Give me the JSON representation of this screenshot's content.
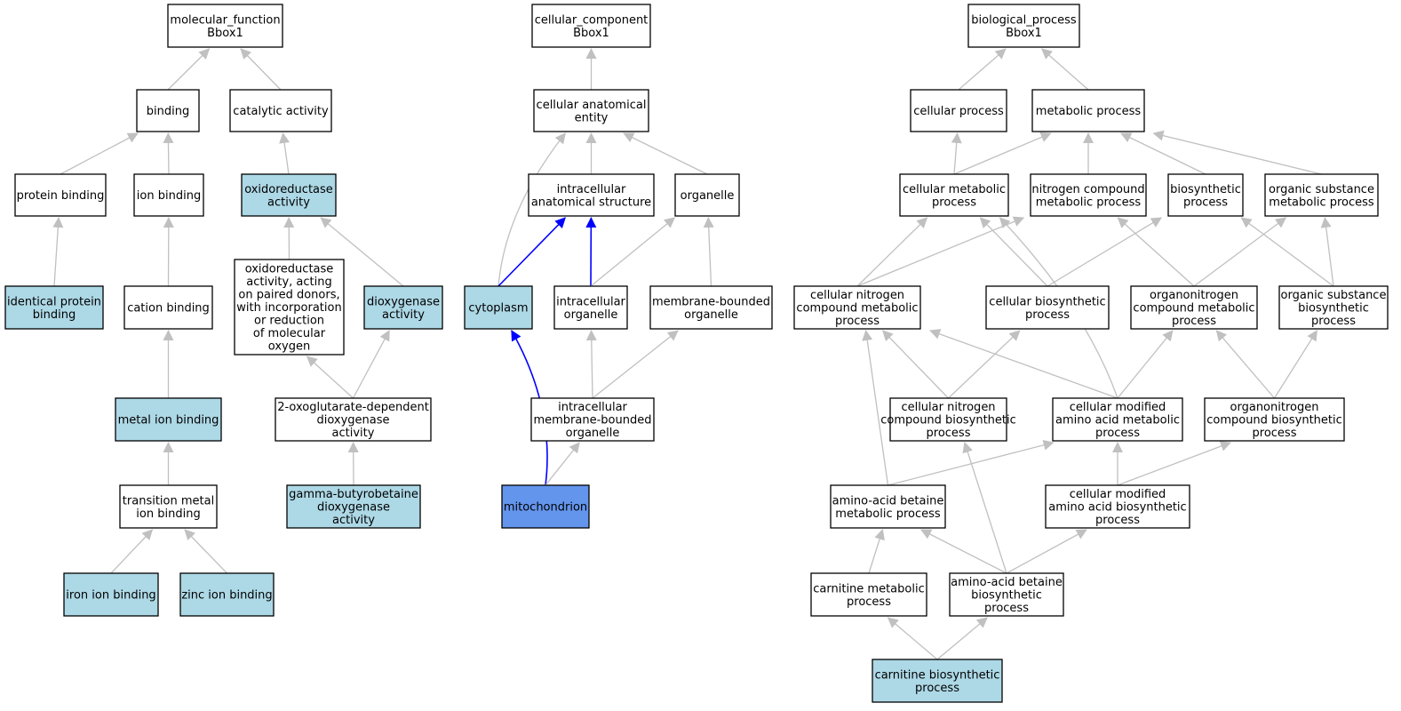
{
  "colors": {
    "plain": "#ffffff",
    "annotated": "#add8e6",
    "focus": "#6495ed",
    "edge": "#c0c0c0",
    "edge_highlight": "#0000ff"
  },
  "nodes": [
    {
      "id": "mf_root",
      "lines": [
        "molecular_function",
        "Bbox1"
      ],
      "style": "plain"
    },
    {
      "id": "binding",
      "lines": [
        "binding"
      ],
      "style": "plain"
    },
    {
      "id": "catalytic",
      "lines": [
        "catalytic activity"
      ],
      "style": "plain"
    },
    {
      "id": "protein_binding",
      "lines": [
        "protein binding"
      ],
      "style": "plain"
    },
    {
      "id": "ion_binding",
      "lines": [
        "ion binding"
      ],
      "style": "plain"
    },
    {
      "id": "oxidoreductase",
      "lines": [
        "oxidoreductase",
        "activity"
      ],
      "style": "annotated"
    },
    {
      "id": "identical_protein",
      "lines": [
        "identical protein",
        "binding"
      ],
      "style": "annotated"
    },
    {
      "id": "cation_binding",
      "lines": [
        "cation binding"
      ],
      "style": "plain"
    },
    {
      "id": "oxido_paired",
      "lines": [
        "oxidoreductase",
        "activity, acting",
        "on paired donors,",
        "with incorporation",
        "or reduction",
        "of molecular",
        "oxygen"
      ],
      "style": "plain"
    },
    {
      "id": "dioxygenase",
      "lines": [
        "dioxygenase",
        "activity"
      ],
      "style": "annotated"
    },
    {
      "id": "metal_ion",
      "lines": [
        "metal ion binding"
      ],
      "style": "annotated"
    },
    {
      "id": "oxoglutarate",
      "lines": [
        "2-oxoglutarate-dependent",
        "dioxygenase",
        "activity"
      ],
      "style": "plain"
    },
    {
      "id": "transition_metal",
      "lines": [
        "transition metal",
        "ion binding"
      ],
      "style": "plain"
    },
    {
      "id": "gamma_butyro",
      "lines": [
        "gamma-butyrobetaine",
        "dioxygenase",
        "activity"
      ],
      "style": "annotated"
    },
    {
      "id": "iron_ion",
      "lines": [
        "iron ion binding"
      ],
      "style": "annotated"
    },
    {
      "id": "zinc_ion",
      "lines": [
        "zinc ion binding"
      ],
      "style": "annotated"
    },
    {
      "id": "cc_root",
      "lines": [
        "cellular_component",
        "Bbox1"
      ],
      "style": "plain"
    },
    {
      "id": "cae",
      "lines": [
        "cellular anatomical",
        "entity"
      ],
      "style": "plain"
    },
    {
      "id": "ias",
      "lines": [
        "intracellular",
        "anatomical structure"
      ],
      "style": "plain"
    },
    {
      "id": "organelle",
      "lines": [
        "organelle"
      ],
      "style": "plain"
    },
    {
      "id": "cytoplasm",
      "lines": [
        "cytoplasm"
      ],
      "style": "annotated"
    },
    {
      "id": "intra_organelle",
      "lines": [
        "intracellular",
        "organelle"
      ],
      "style": "plain"
    },
    {
      "id": "membrane_organelle",
      "lines": [
        "membrane-bounded",
        "organelle"
      ],
      "style": "plain"
    },
    {
      "id": "intra_membrane_organelle",
      "lines": [
        "intracellular",
        "membrane-bounded",
        "organelle"
      ],
      "style": "plain"
    },
    {
      "id": "mitochondrion",
      "lines": [
        "mitochondrion"
      ],
      "style": "focus"
    },
    {
      "id": "bp_root",
      "lines": [
        "biological_process",
        "Bbox1"
      ],
      "style": "plain"
    },
    {
      "id": "cellular_process",
      "lines": [
        "cellular process"
      ],
      "style": "plain"
    },
    {
      "id": "metabolic_process",
      "lines": [
        "metabolic process"
      ],
      "style": "plain"
    },
    {
      "id": "cell_metabolic",
      "lines": [
        "cellular metabolic",
        "process"
      ],
      "style": "plain"
    },
    {
      "id": "nitrogen_compound",
      "lines": [
        "nitrogen compound",
        "metabolic process"
      ],
      "style": "plain"
    },
    {
      "id": "biosynthetic",
      "lines": [
        "biosynthetic",
        "process"
      ],
      "style": "plain"
    },
    {
      "id": "organic_substance",
      "lines": [
        "organic substance",
        "metabolic process"
      ],
      "style": "plain"
    },
    {
      "id": "cell_nitrogen_metabolic",
      "lines": [
        "cellular nitrogen",
        "compound metabolic",
        "process"
      ],
      "style": "plain"
    },
    {
      "id": "cell_biosynthetic",
      "lines": [
        "cellular biosynthetic",
        "process"
      ],
      "style": "plain"
    },
    {
      "id": "organonitrogen_metabolic",
      "lines": [
        "organonitrogen",
        "compound metabolic",
        "process"
      ],
      "style": "plain"
    },
    {
      "id": "organic_biosynthetic",
      "lines": [
        "organic substance",
        "biosynthetic",
        "process"
      ],
      "style": "plain"
    },
    {
      "id": "cell_nitrogen_biosynthetic",
      "lines": [
        "cellular nitrogen",
        "compound biosynthetic",
        "process"
      ],
      "style": "plain"
    },
    {
      "id": "cell_modified_metabolic",
      "lines": [
        "cellular modified",
        "amino acid metabolic",
        "process"
      ],
      "style": "plain"
    },
    {
      "id": "organonitrogen_biosynthetic",
      "lines": [
        "organonitrogen",
        "compound biosynthetic",
        "process"
      ],
      "style": "plain"
    },
    {
      "id": "aab_metabolic",
      "lines": [
        "amino-acid betaine",
        "metabolic process"
      ],
      "style": "plain"
    },
    {
      "id": "cell_modified_biosynthetic",
      "lines": [
        "cellular modified",
        "amino acid biosynthetic",
        "process"
      ],
      "style": "plain"
    },
    {
      "id": "carnitine_metabolic",
      "lines": [
        "carnitine metabolic",
        "process"
      ],
      "style": "plain"
    },
    {
      "id": "aab_biosynthetic",
      "lines": [
        "amino-acid betaine",
        "biosynthetic",
        "process"
      ],
      "style": "plain"
    },
    {
      "id": "carnitine_biosynthetic",
      "lines": [
        "carnitine biosynthetic",
        "process"
      ],
      "style": "annotated"
    }
  ],
  "edges": [
    {
      "from": "binding",
      "to": "mf_root"
    },
    {
      "from": "catalytic",
      "to": "mf_root"
    },
    {
      "from": "protein_binding",
      "to": "binding"
    },
    {
      "from": "ion_binding",
      "to": "binding"
    },
    {
      "from": "oxidoreductase",
      "to": "catalytic"
    },
    {
      "from": "identical_protein",
      "to": "protein_binding"
    },
    {
      "from": "cation_binding",
      "to": "ion_binding"
    },
    {
      "from": "oxido_paired",
      "to": "oxidoreductase"
    },
    {
      "from": "dioxygenase",
      "to": "oxidoreductase"
    },
    {
      "from": "metal_ion",
      "to": "cation_binding"
    },
    {
      "from": "oxoglutarate",
      "to": "oxido_paired"
    },
    {
      "from": "oxoglutarate",
      "to": "dioxygenase"
    },
    {
      "from": "transition_metal",
      "to": "metal_ion"
    },
    {
      "from": "gamma_butyro",
      "to": "oxoglutarate"
    },
    {
      "from": "iron_ion",
      "to": "transition_metal"
    },
    {
      "from": "zinc_ion",
      "to": "transition_metal"
    },
    {
      "from": "cae",
      "to": "cc_root"
    },
    {
      "from": "ias",
      "to": "cae"
    },
    {
      "from": "organelle",
      "to": "cae"
    },
    {
      "from": "cytoplasm",
      "to": "cae",
      "curved": true
    },
    {
      "from": "cytoplasm",
      "to": "ias",
      "highlight": true
    },
    {
      "from": "intra_organelle",
      "to": "ias",
      "highlight": true
    },
    {
      "from": "intra_organelle",
      "to": "organelle"
    },
    {
      "from": "membrane_organelle",
      "to": "organelle"
    },
    {
      "from": "intra_membrane_organelle",
      "to": "intra_organelle"
    },
    {
      "from": "intra_membrane_organelle",
      "to": "membrane_organelle"
    },
    {
      "from": "mitochondrion",
      "to": "cytoplasm",
      "highlight": true,
      "curved": true
    },
    {
      "from": "mitochondrion",
      "to": "intra_membrane_organelle"
    },
    {
      "from": "cellular_process",
      "to": "bp_root"
    },
    {
      "from": "metabolic_process",
      "to": "bp_root"
    },
    {
      "from": "cell_metabolic",
      "to": "cellular_process"
    },
    {
      "from": "cell_metabolic",
      "to": "metabolic_process"
    },
    {
      "from": "nitrogen_compound",
      "to": "metabolic_process"
    },
    {
      "from": "biosynthetic",
      "to": "metabolic_process"
    },
    {
      "from": "organic_substance",
      "to": "metabolic_process"
    },
    {
      "from": "cell_nitrogen_metabolic",
      "to": "cell_metabolic"
    },
    {
      "from": "cell_nitrogen_metabolic",
      "to": "nitrogen_compound"
    },
    {
      "from": "cell_biosynthetic",
      "to": "cell_metabolic"
    },
    {
      "from": "cell_biosynthetic",
      "to": "biosynthetic"
    },
    {
      "from": "organonitrogen_metabolic",
      "to": "nitrogen_compound"
    },
    {
      "from": "organonitrogen_metabolic",
      "to": "organic_substance"
    },
    {
      "from": "organic_biosynthetic",
      "to": "biosynthetic"
    },
    {
      "from": "organic_biosynthetic",
      "to": "organic_substance"
    },
    {
      "from": "cell_nitrogen_biosynthetic",
      "to": "cell_nitrogen_metabolic"
    },
    {
      "from": "cell_nitrogen_biosynthetic",
      "to": "cell_biosynthetic"
    },
    {
      "from": "cell_modified_metabolic",
      "to": "cell_nitrogen_metabolic"
    },
    {
      "from": "cell_modified_metabolic",
      "to": "cell_metabolic",
      "curved": true
    },
    {
      "from": "cell_modified_metabolic",
      "to": "organonitrogen_metabolic"
    },
    {
      "from": "organonitrogen_biosynthetic",
      "to": "organonitrogen_metabolic"
    },
    {
      "from": "organonitrogen_biosynthetic",
      "to": "organic_biosynthetic"
    },
    {
      "from": "aab_metabolic",
      "to": "cell_nitrogen_metabolic"
    },
    {
      "from": "aab_metabolic",
      "to": "cell_modified_metabolic"
    },
    {
      "from": "cell_modified_biosynthetic",
      "to": "cell_modified_metabolic"
    },
    {
      "from": "cell_modified_biosynthetic",
      "to": "organonitrogen_biosynthetic"
    },
    {
      "from": "carnitine_metabolic",
      "to": "aab_metabolic"
    },
    {
      "from": "aab_biosynthetic",
      "to": "aab_metabolic"
    },
    {
      "from": "aab_biosynthetic",
      "to": "cell_modified_biosynthetic"
    },
    {
      "from": "aab_biosynthetic",
      "to": "cell_nitrogen_biosynthetic"
    },
    {
      "from": "carnitine_biosynthetic",
      "to": "carnitine_metabolic"
    },
    {
      "from": "carnitine_biosynthetic",
      "to": "aab_biosynthetic"
    }
  ]
}
